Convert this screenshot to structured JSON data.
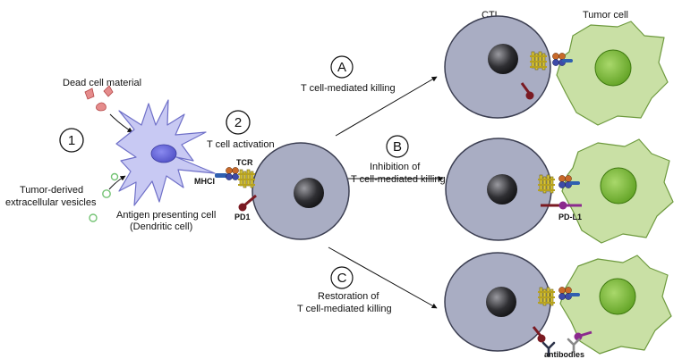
{
  "labels": {
    "dead_cell_material": "Dead cell material",
    "tumor_vesicles_line1": "Tumor-derived",
    "tumor_vesicles_line2": "extracellular vesicles",
    "apc_line1": "Antigen presenting cell",
    "apc_line2": "(Dendritic cell)",
    "t_cell_activation": "T cell activation",
    "tcr": "TCR",
    "mhci": "MHCI",
    "pd1": "PD1",
    "ctl": "CTL",
    "tumor_cell": "Tumor cell",
    "pdl1": "PD-L1",
    "antibodies": "antibodies"
  },
  "steps": {
    "one": "1",
    "two": "2",
    "a": "A",
    "b": "B",
    "c": "C"
  },
  "pathways": {
    "a_label": "T cell-mediated killing",
    "b_line1": "Inhibition of",
    "b_line2": "T cell-mediated killing",
    "c_line1": "Restoration of",
    "c_line2": "T cell-mediated killing"
  },
  "colors": {
    "cell_gray": "#a9adc3",
    "cell_outline": "#3c3f52",
    "nucleus_dark": "#2a2a2e",
    "dendritic_fill": "#c8c9f3",
    "dendritic_nucleus": "#6f6fd6",
    "tumor_fill": "#c9e0a5",
    "tumor_nucleus": "#6fb02c",
    "receptor_yellow": "#d9c638",
    "pd1_red": "#7a1a22",
    "pdl1_purple": "#8b2a8e",
    "mhc_blue": "#3d4aa8",
    "mhc_orange": "#c8692a"
  }
}
